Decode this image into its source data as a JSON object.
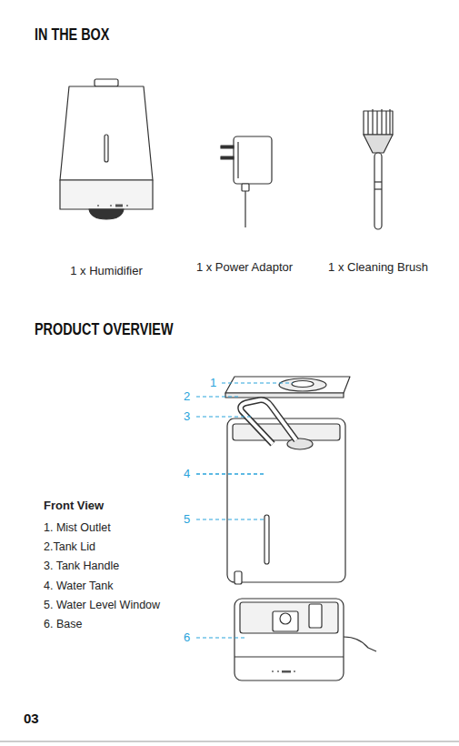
{
  "diagram": {
    "labels": [
      "IN THE BOX",
      "1 x Humidifier",
      "1 x Power Adaptor",
      "1 x Cleaning Brush",
      "PRODUCT OVERVIEW",
      "Front View",
      "1. Mist Outlet",
      "2.Tank Lid",
      "3. Tank Handle",
      "4. Water Tank",
      "5. Water Level Window",
      "6. Base",
      "1",
      "2",
      "3",
      "4",
      "5",
      "6",
      "03"
    ]
  }
}
